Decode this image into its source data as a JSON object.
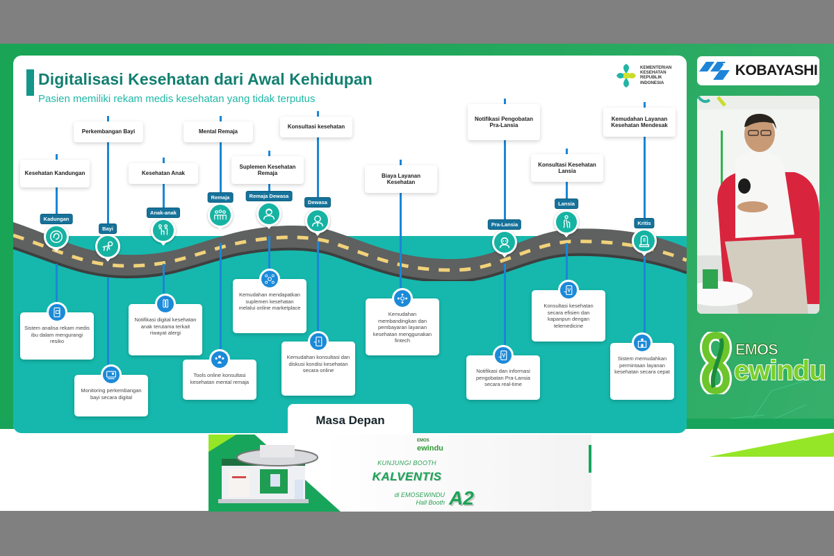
{
  "slide": {
    "title": "Digitalisasi Kesehatan dari Awal Kehidupan",
    "subtitle": "Pasien memiliki rekam medis kesehatan yang tidak terputus",
    "ministry_logo_text": [
      "KEMENTERIAN",
      "KESEHATAN",
      "REPUBLIK",
      "INDONESIA"
    ],
    "footer_label": "Masa Depan",
    "stages": [
      {
        "tag": "Kadungan",
        "topic": "Kesehatan Kandungan",
        "benefit": "Sistem analisa rekam medis ibu dalam mengurangi resiko",
        "icon": "fetus-icon"
      },
      {
        "tag": "Bayi",
        "topic": "Perkembangan Bayi",
        "benefit": "Monitoring perkembangan bayi secara digital",
        "icon": "crawling-baby-icon"
      },
      {
        "tag": "Anak-anak",
        "topic": "Kesehatan Anak",
        "benefit": "Notifikasi digital kesehatan anak terutama terkait riwayat alergi",
        "icon": "family-icon"
      },
      {
        "tag": "Remaja",
        "topic": "Mental Remaja",
        "benefit": "Tools online konsultasi kesehatan mental remaja",
        "icon": "teen-group-icon"
      },
      {
        "tag": "Remaja Dewasa",
        "topic": "Suplemen Kesehatan Remaja",
        "benefit": "Kemudahan mendapatkan suplemen kesehatan melalui online marketplace",
        "icon": "young-adult-icon"
      },
      {
        "tag": "Dewasa",
        "topic": "Konsultasi kesehatan",
        "benefit": "Kemudahan konsultasi dan diskusi kondisi kesehatan secara online",
        "icon": "adult-icon"
      },
      {
        "tag": "",
        "topic": "Biaya Layanan Kesehatan",
        "benefit": "Kemudahan membandingkan dan pembayaran layanan kesehatan menggunakan fintech",
        "icon": "network-gear-icon"
      },
      {
        "tag": "Pra-Lansia",
        "topic": "Notifikasi Pengobatan Pra-Lansia",
        "benefit": "Notifikasi dan informasi pengobatan Pra-Lansia secara real-time",
        "icon": "older-adult-icon"
      },
      {
        "tag": "Lansia",
        "topic": "Konsultasi Kesehatan Lansia",
        "benefit": "Konsultasi kesehatan secara efisien dan kapanpun dengan telemedicine",
        "icon": "elderly-cane-icon"
      },
      {
        "tag": "Kritis",
        "topic": "Kemudahan Layanan Kesehatan Mendesak",
        "benefit": "Sistem memudahkan permintaan layanan kesehatan secara cepat",
        "icon": "gravestone-icon"
      }
    ]
  },
  "sponsor": {
    "name": "KOBAYASHI"
  },
  "event_logo": {
    "top": "EMOS",
    "bottom": "ewindu"
  },
  "banner": {
    "logo_top": "EMOS",
    "logo_bottom": "ewindu",
    "line1": "KUNJUNGI BOOTH",
    "booth_name": "KALVENTIS",
    "line3a": "di EMOSEWINDU",
    "line3b": "Hall Booth",
    "booth_code": "A2"
  },
  "colors": {
    "frame_green": "#1aa456",
    "title_teal": "#127f70",
    "subtitle_teal": "#1fb8a6",
    "teal_ground": "#16b8ad",
    "stage_tag": "#16729a",
    "line_blue": "#1a86d6",
    "road_gray": "#5f6060",
    "road_dash": "#f1d27a",
    "lime": "#94e626"
  }
}
